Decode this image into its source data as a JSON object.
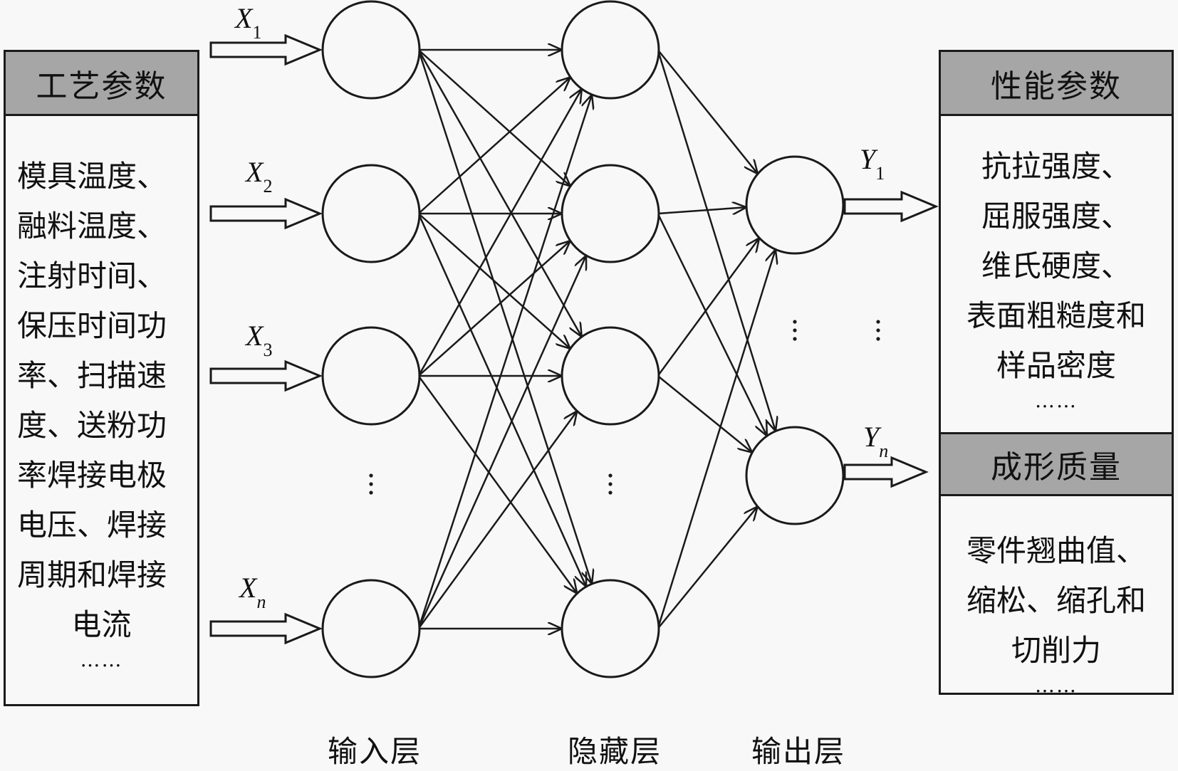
{
  "left_box": {
    "title": "工艺参数",
    "lines": [
      "模具温度、",
      "融料温度、",
      "注射时间、",
      "保压时间功",
      "率、扫描速",
      "度、送粉功",
      "率焊接电极",
      "电压、焊接",
      "周期和焊接",
      "电流"
    ],
    "ellipsis": "……"
  },
  "right_box_top": {
    "title": "性能参数",
    "lines": [
      "抗拉强度、",
      "屈服强度、",
      "维氏硬度、",
      "表面粗糙度和",
      "样品密度"
    ],
    "ellipsis": "……"
  },
  "right_box_bottom": {
    "title": "成形质量",
    "lines": [
      "零件翘曲值、",
      "缩松、缩孔和",
      "切削力"
    ],
    "ellipsis": "……"
  },
  "inputs": [
    {
      "symbol": "X",
      "sub": "1"
    },
    {
      "symbol": "X",
      "sub": "2"
    },
    {
      "symbol": "X",
      "sub": "3"
    },
    {
      "symbol": "X",
      "sub": "n"
    }
  ],
  "outputs": [
    {
      "symbol": "Y",
      "sub": "1"
    },
    {
      "symbol": "Y",
      "sub": "n"
    }
  ],
  "layers": {
    "input": "输入层",
    "hidden": "隐藏层",
    "output": "输出层"
  },
  "network": {
    "input_nodes": 4,
    "hidden_nodes": 4,
    "output_nodes": 2,
    "connections": "fully-connected"
  },
  "colors": {
    "header_fill": "#a6a6a6",
    "stroke": "#1a1a1a",
    "background": "#f8f8f8"
  }
}
